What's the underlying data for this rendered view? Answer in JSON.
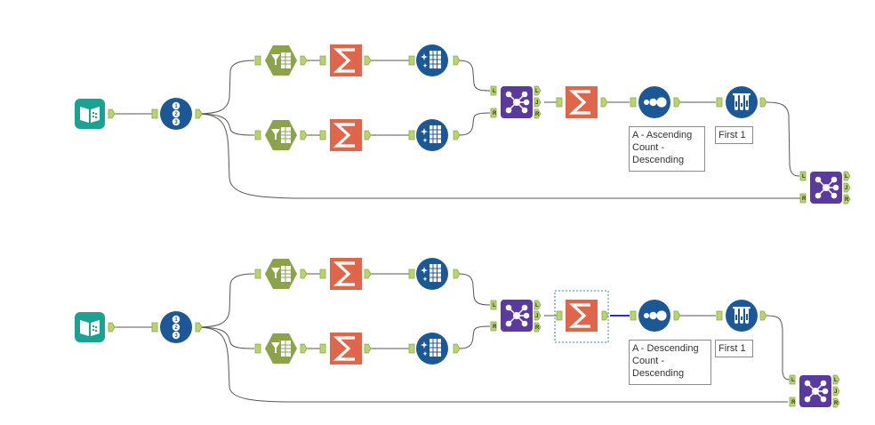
{
  "colors": {
    "input_teal": "#1aa392",
    "tool_blue": "#1c5896",
    "filter_green": "#8ba44a",
    "summarize_orange": "#e0664b",
    "join_purple": "#5b3aa0",
    "anchor_green": "#b7d56b",
    "selected_wire": "#2a2ad6"
  },
  "anchor_labels": {
    "left": "L",
    "join": "J",
    "right": "R"
  },
  "workflows": [
    {
      "sort_annotation": "A - Ascending\nCount -\nDescending",
      "sample_annotation": "First 1"
    },
    {
      "sort_annotation": "A - Descending\nCount -\nDescending",
      "sample_annotation": "First 1"
    }
  ],
  "tools": {
    "input": "input-data-icon",
    "record_id": "record-id-icon",
    "filter": "filter-icon",
    "summarize": "summarize-icon",
    "cross_tab": "cross-tab-icon",
    "join": "join-icon",
    "sort": "sort-icon",
    "sample": "sample-icon"
  }
}
